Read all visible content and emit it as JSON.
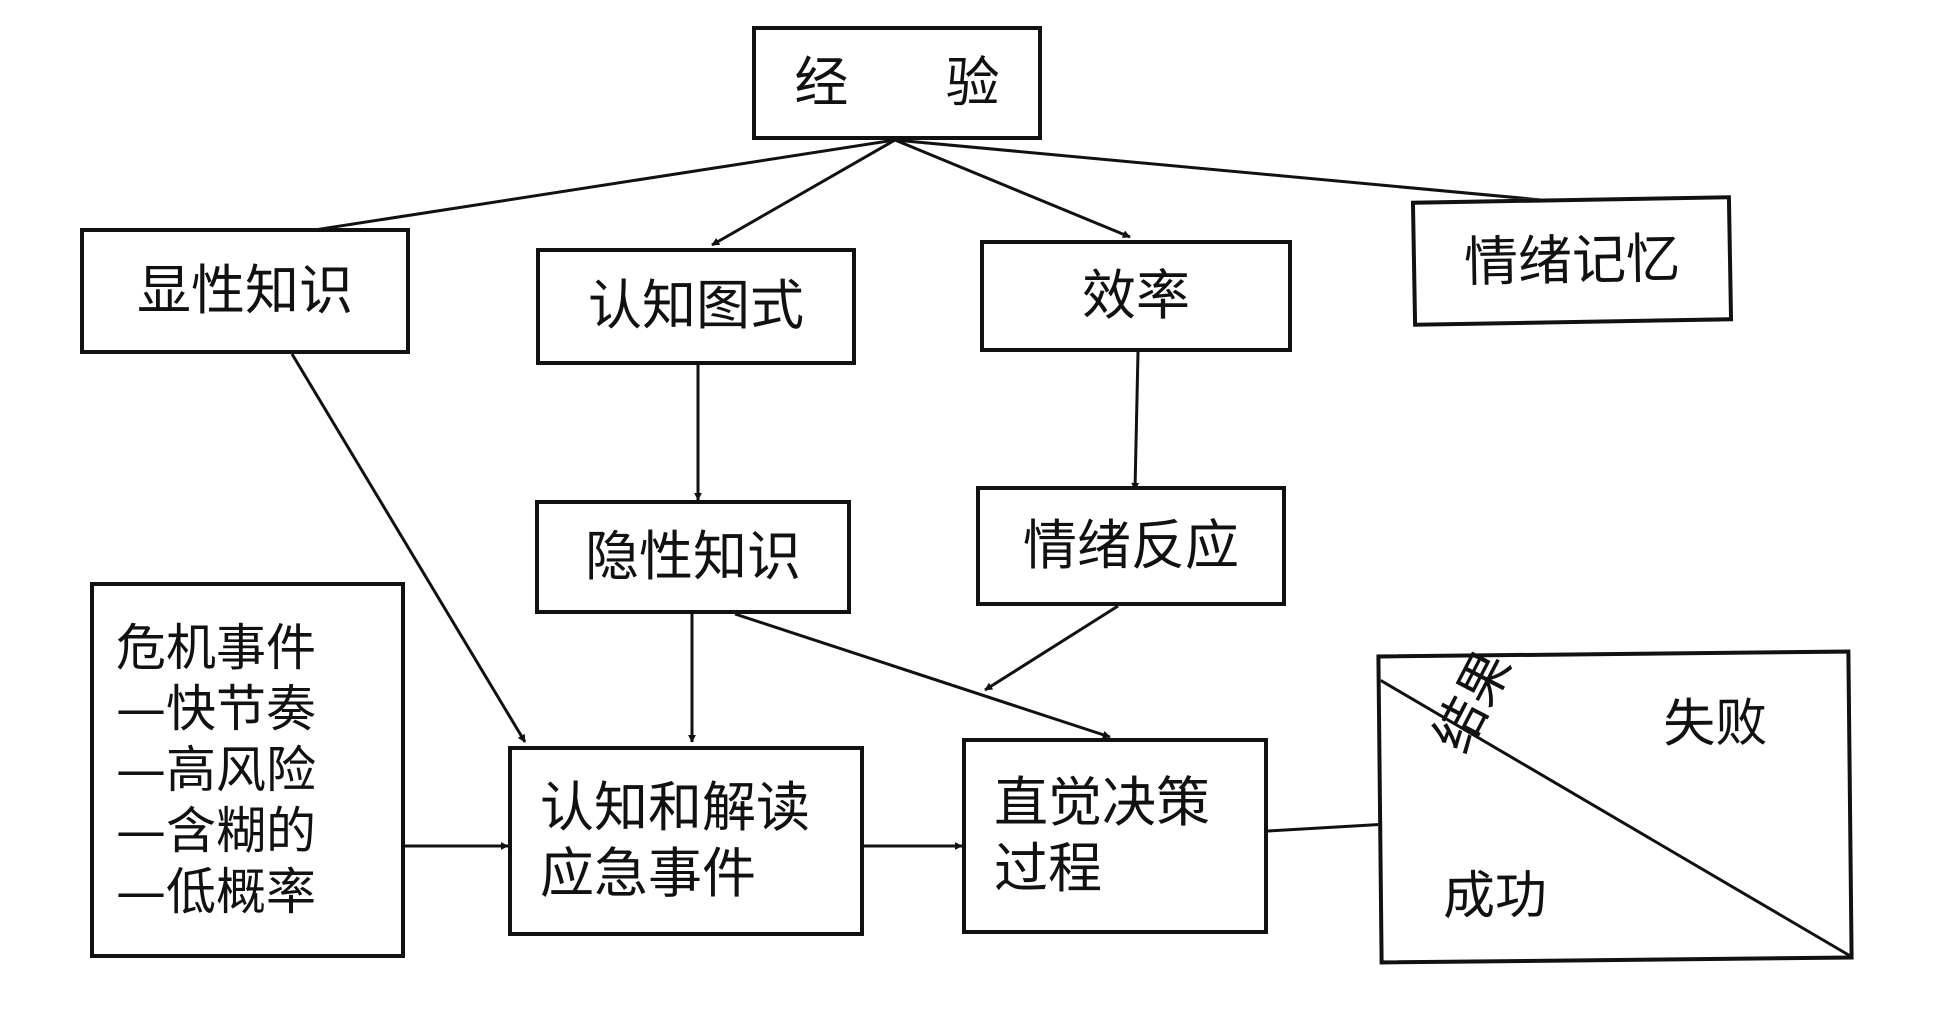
{
  "nodes": {
    "experience": "经 验",
    "explicit_knowledge": "显性知识",
    "cognitive_schema": "认知图式",
    "efficiency": "效率",
    "emotional_memory": "情绪记忆",
    "tacit_knowledge": "隐性知识",
    "emotional_response": "情绪反应",
    "crisis_event": [
      "危机事件",
      "—快节奏",
      "—高风险",
      "—含糊的",
      "—低概率"
    ],
    "cognition": [
      "认知和解读",
      "应急事件"
    ],
    "intuitive_decision": [
      "直觉决策",
      "过程"
    ],
    "result": {
      "label": "结果",
      "failure": "失败",
      "success": "成功"
    }
  },
  "edges": [
    [
      "experience",
      "explicit_knowledge"
    ],
    [
      "experience",
      "cognitive_schema"
    ],
    [
      "experience",
      "efficiency"
    ],
    [
      "experience",
      "emotional_memory"
    ],
    [
      "cognitive_schema",
      "tacit_knowledge"
    ],
    [
      "efficiency",
      "emotional_response"
    ],
    [
      "explicit_knowledge",
      "cognition"
    ],
    [
      "tacit_knowledge",
      "cognition"
    ],
    [
      "tacit_knowledge",
      "intuitive_decision"
    ],
    [
      "emotional_response",
      "intuitive_decision"
    ],
    [
      "crisis_event",
      "cognition"
    ],
    [
      "cognition",
      "intuitive_decision"
    ],
    [
      "intuitive_decision",
      "result"
    ]
  ]
}
